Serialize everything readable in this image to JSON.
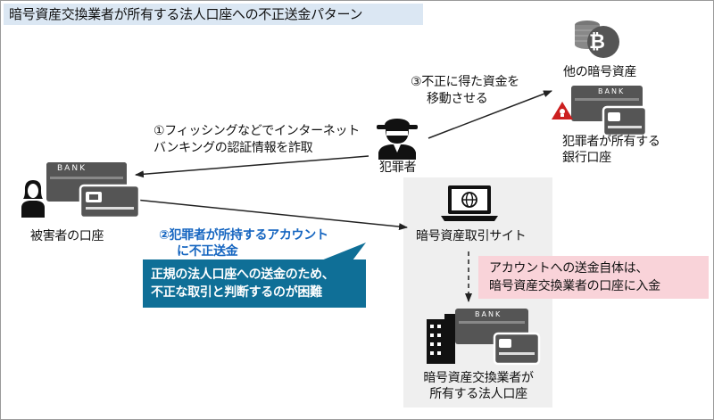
{
  "title": "暗号資産交換業者が所有する法人口座への不正送金パターン",
  "victim": {
    "label": "被害者の口座",
    "bank_text": "BANK"
  },
  "criminal": {
    "label": "犯罪者"
  },
  "step1": {
    "line1": "①フィッシングなどでインターネット",
    "line2": "バンキングの認証情報を詐取"
  },
  "step2": {
    "line1": "②犯罪者が所持するアカウント",
    "line2": "に不正送金"
  },
  "step3": {
    "line1": "③不正に得た資金を",
    "line2": "移動させる"
  },
  "other_assets": {
    "label": "他の暗号資産",
    "coin_symbol": "₿"
  },
  "criminal_bank": {
    "line1": "犯罪者が所有する",
    "line2": "銀行口座",
    "bank_text": "BANK"
  },
  "exchange_site": {
    "label": "暗号資産取引サイト"
  },
  "exchange_account": {
    "line1": "暗号資産交換業者が",
    "line2": "所有する法人口座",
    "bank_text": "BANK"
  },
  "callout_blue": {
    "line1": "正規の法人口座への送金のため、",
    "line2": "不正な取引と判断するのが困難"
  },
  "callout_pink": {
    "line1": "アカウントへの送金自体は、",
    "line2": "暗号資産交換業者の口座に入金"
  },
  "colors": {
    "title_bg": "#dbe7f3",
    "callout_blue": "#0f6f97",
    "callout_pink": "#f9d3d9",
    "accent_text": "#1565c0",
    "panel_bg": "#efefef",
    "warning": "#cc1f1f"
  }
}
